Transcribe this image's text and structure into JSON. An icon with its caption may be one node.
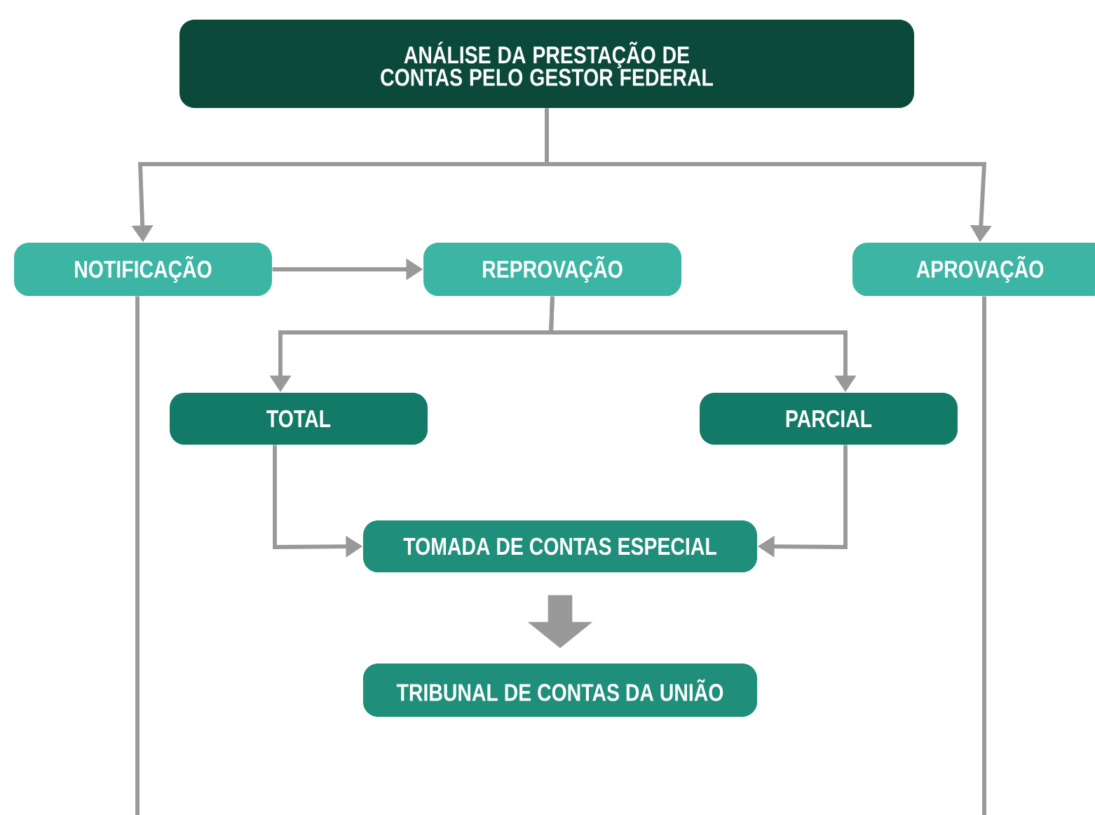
{
  "diagram": {
    "nodes": [
      {
        "text": [
          "ANÁLISE DA PRESTAÇÃO DE CONTAS PELO GESTOR FEDERAL"
        ]
      },
      {
        "text": [
          "NOTIFICAÇÃO"
        ]
      },
      {
        "text": [
          "REPROVAÇÃO"
        ]
      },
      {
        "text": [
          "APROVAÇÃO"
        ]
      },
      {
        "text": [
          "TOTAL"
        ]
      },
      {
        "text": [
          "PARCIAL"
        ]
      },
      {
        "text": [
          "TOMADA DE CONTAS ESPECIAL"
        ]
      },
      {
        "text": [
          "TRIBUNAL DE CONTAS DA UNIÃO"
        ]
      }
    ],
    "edges": [
      {
        "from": 0,
        "to": 1,
        "arrow": "to"
      },
      {
        "from": 0,
        "to": 3,
        "arrow": "to"
      },
      {
        "from": 1,
        "to": 2,
        "arrow": "to"
      },
      {
        "from": 2,
        "to": 4,
        "arrow": "to"
      },
      {
        "from": 2,
        "to": 5,
        "arrow": "to"
      },
      {
        "from": 4,
        "to": 6,
        "arrow": "to"
      },
      {
        "from": 5,
        "to": 6,
        "arrow": "to"
      },
      {
        "from": 6,
        "to": 7,
        "arrow": "to",
        "style": "thick"
      },
      {
        "from": 1,
        "to": null,
        "arrow": "none"
      },
      {
        "from": 3,
        "to": null,
        "arrow": "none"
      }
    ]
  }
}
